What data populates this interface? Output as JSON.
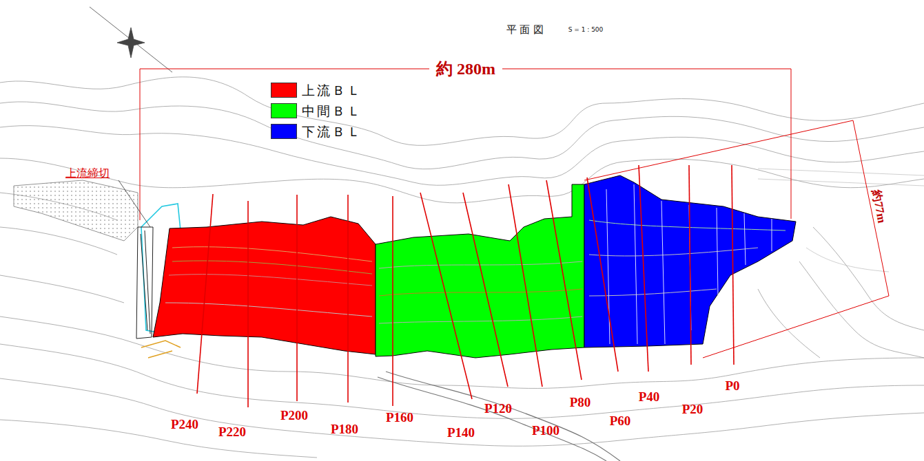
{
  "diagram": {
    "title": "平 面 図",
    "labels": [
      "S = 1 : 500",
      "約 280m",
      "上流締切",
      "約77m",
      "P240",
      "P220",
      "P200",
      "P180",
      "P160",
      "P140",
      "P120",
      "P100",
      "P80",
      "P60",
      "P40",
      "P20",
      "P0"
    ],
    "legend": [
      {
        "text": "上流ＢＬ",
        "color": "#ff0000"
      },
      {
        "text": "中間ＢＬ",
        "color": "#00ff00"
      },
      {
        "text": "下流ＢＬ",
        "color": "#0000ff"
      }
    ]
  }
}
